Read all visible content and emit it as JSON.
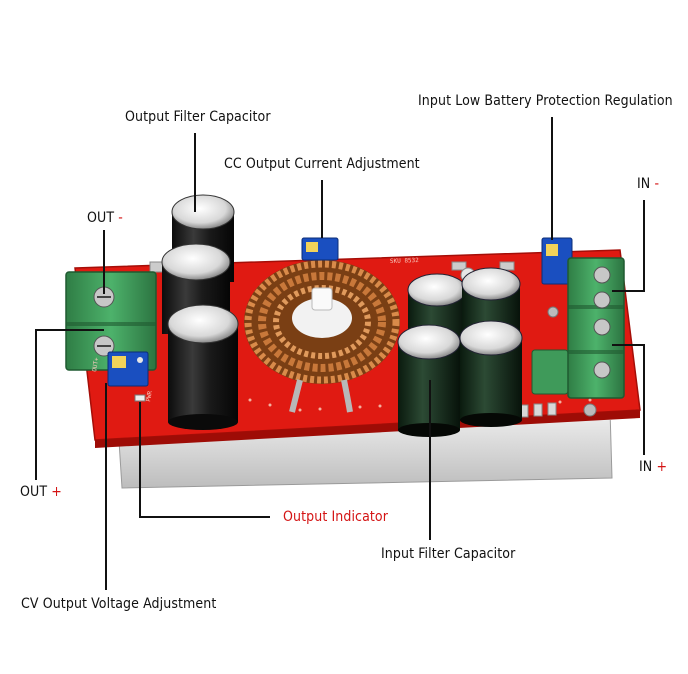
{
  "labels": {
    "output_filter_capacitor": "Output Filter Capacitor",
    "cc_output_current_adjustment": "CC Output Current Adjustment",
    "input_low_battery_protection": "Input Low Battery Protection Regulation",
    "out_minus_text": "OUT",
    "out_minus_sign": "-",
    "in_minus_text": "IN",
    "in_minus_sign": "-",
    "out_plus_text": "OUT",
    "out_plus_sign": "+",
    "in_plus_text": "IN",
    "in_plus_sign": "+",
    "output_indicator": "Output Indicator",
    "input_filter_capacitor": "Input Filter Capacitor",
    "cv_output_voltage_adjustment": "CV Output Voltage Adjustment"
  },
  "board_silkscreen": {
    "model": "SKU 8532",
    "out_marking": "OUT+",
    "pwr_marking": "PWR"
  },
  "colors": {
    "pcb": "#e01a12",
    "heatsink": "#d9d9d9",
    "terminal": "#3f9a5a",
    "capacitor": "#1f1f1f",
    "copper": "#c8783a",
    "potentiometer": "#1a4fc0",
    "accent_red_text": "#d41414"
  }
}
